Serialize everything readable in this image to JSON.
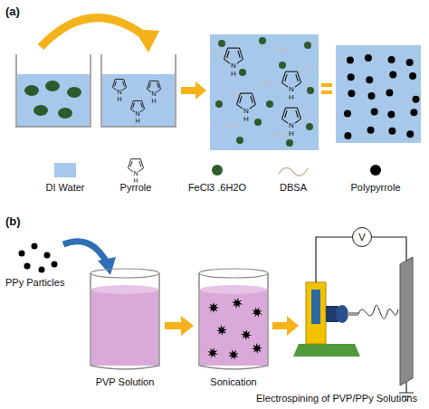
{
  "diagram": {
    "nodes": [
      {
        "text": [
          "V"
        ]
      }
    ],
    "labels": [
      "(a)",
      "N",
      "H",
      "N",
      "H",
      "N",
      "H",
      "N",
      "H",
      "N",
      "H",
      "N",
      "H",
      "N",
      "H",
      "N",
      "H",
      "(b)",
      "PPy Particles",
      "PVP Solution",
      "Sonication",
      "Electrospining of PVP/PPy Solutions"
    ],
    "legend": [
      {
        "text": "DI Water",
        "color": "#a7c8ea"
      },
      {
        "text": "Pyrrole"
      },
      {
        "text": "FeCl3 .6H2O",
        "color": "#2e5b2e"
      },
      {
        "text": "DBSA"
      },
      {
        "text": "Polypyrrole",
        "color": "#000000"
      }
    ]
  }
}
